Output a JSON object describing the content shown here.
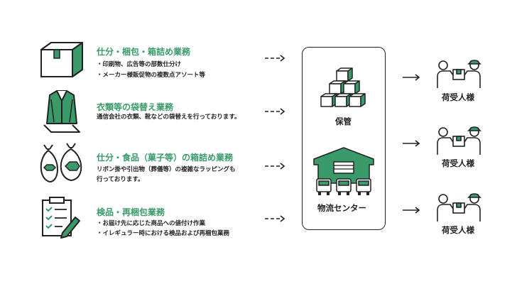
{
  "colors": {
    "accent": "#3a9a6a",
    "ink": "#222222"
  },
  "services": [
    {
      "icon": "cardboard-box-icon",
      "title": "仕分・梱包・箱詰め業務",
      "lines": [
        "・印刷物、広告等の部数仕分け",
        "・メーカー様販促物の複数点アソート等"
      ]
    },
    {
      "icon": "folded-jacket-icon",
      "title": "衣類等の袋替え業務",
      "lines": [
        "通信会社の衣類、靴などの袋替えを行っております。"
      ]
    },
    {
      "icon": "candy-bags-icon",
      "title": "仕分・食品（菓子等）の箱詰め業務",
      "lines": [
        "リボン掛や引出物（葬儀等）の複雑なラッピングも",
        "行っております。"
      ]
    },
    {
      "icon": "clipboard-checklist-icon",
      "title": "検品・再梱包業務",
      "lines": [
        "・お届け先に応じた商品への値付け作業",
        "・イレギュラー時における検品および再梱包業務"
      ]
    }
  ],
  "center": {
    "storage_label": "保管",
    "logistics_label": "物流センター"
  },
  "recipients": [
    {
      "label": "荷受人様"
    },
    {
      "label": "荷受人様"
    },
    {
      "label": "荷受人様"
    }
  ]
}
